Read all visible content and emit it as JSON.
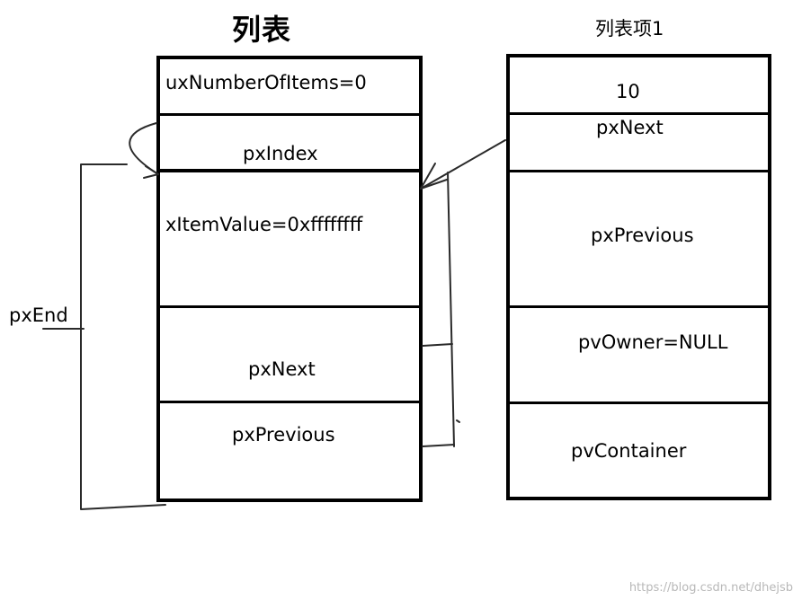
{
  "titles": {
    "list": "列表",
    "list_item": "列表项1"
  },
  "list": {
    "ux_number_of_items": "uxNumberOfItems=0",
    "px_index": "pxIndex",
    "x_item_value": "xItemValue=0xffffffff",
    "px_next": "pxNext",
    "px_previous": "pxPrevious"
  },
  "list_item": {
    "value": "10",
    "px_next": "pxNext",
    "px_previous": "pxPrevious",
    "pv_owner": "pvOwner=NULL",
    "pv_container": "pvContainer"
  },
  "px_end_label": "pxEnd",
  "watermark": "https://blog.csdn.net/dhejsb"
}
